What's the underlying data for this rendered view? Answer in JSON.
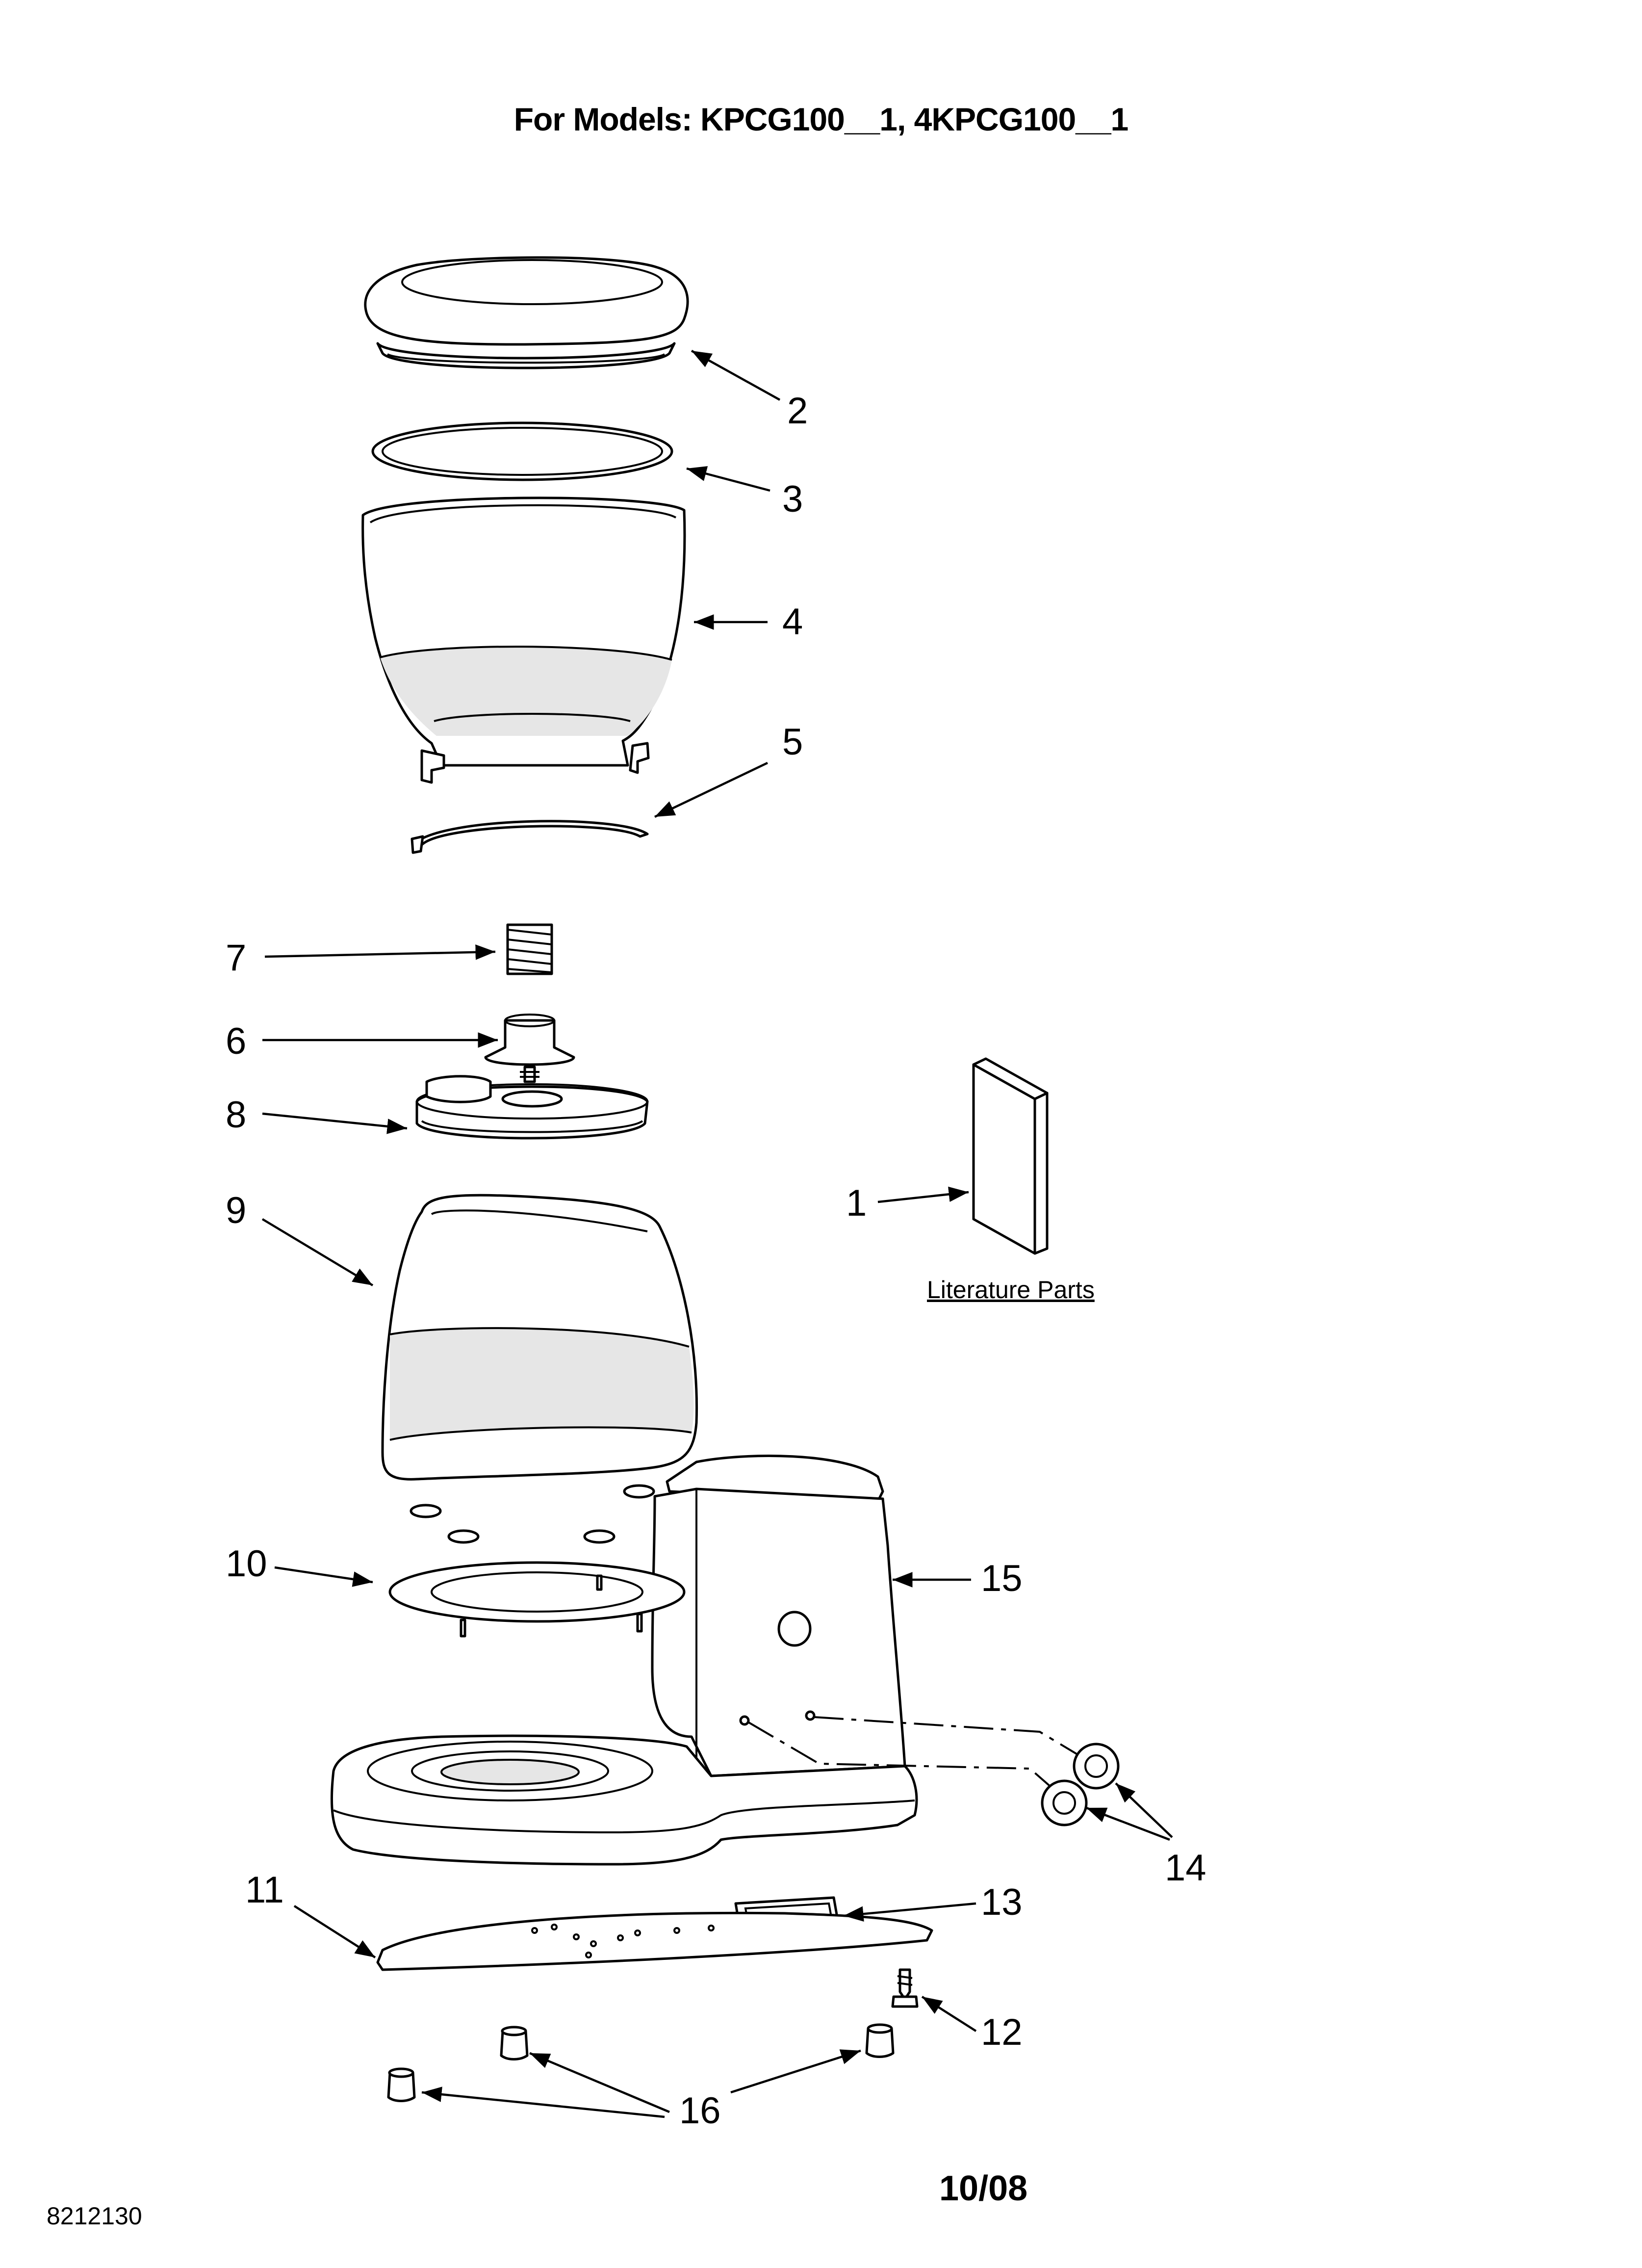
{
  "title": "For Models: KPCG100__1, 4KPCG100__1",
  "callouts": {
    "c1": "1",
    "c2": "2",
    "c3": "3",
    "c4": "4",
    "c5": "5",
    "c6": "6",
    "c7": "7",
    "c8": "8",
    "c9": "9",
    "c10": "10",
    "c11": "11",
    "c12": "12",
    "c13": "13",
    "c14": "14",
    "c15": "15",
    "c16": "16"
  },
  "literature_caption": "Literature Parts",
  "document_number": "8212130",
  "date_code": "10/08"
}
